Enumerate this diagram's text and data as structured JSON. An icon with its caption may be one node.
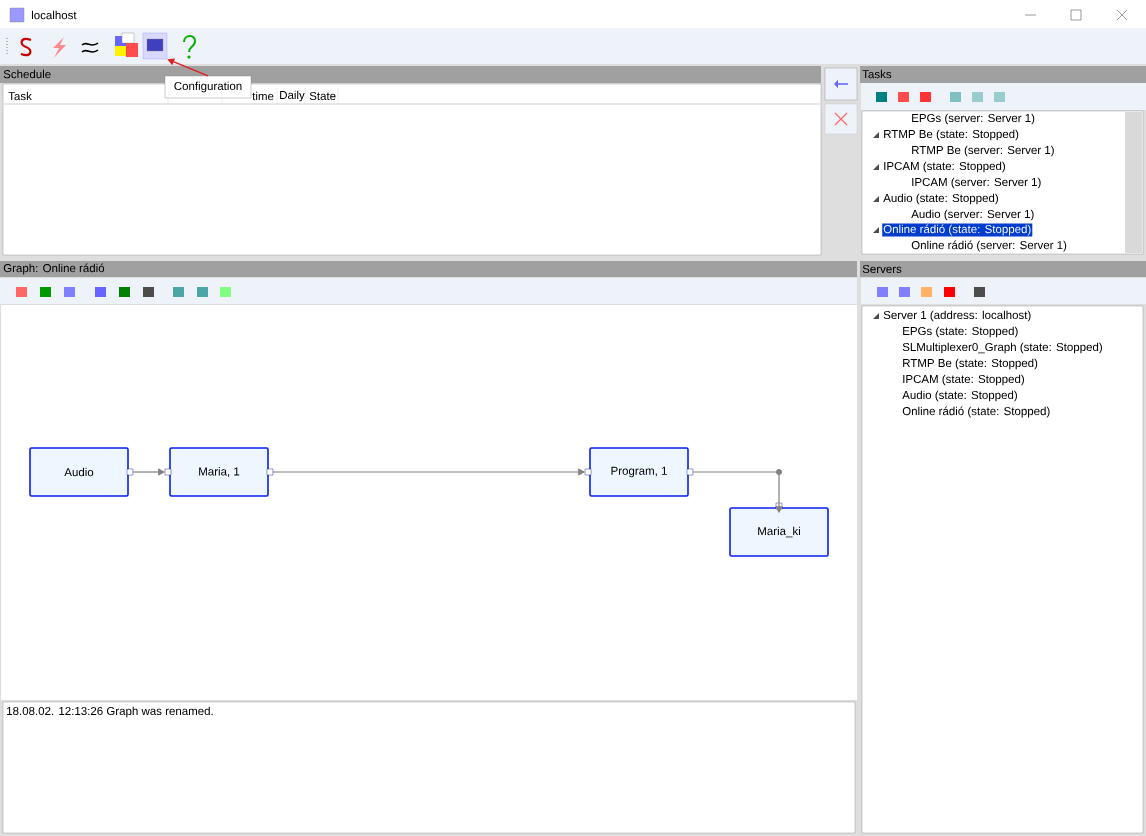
{
  "diagram": {
    "nodes": [
      {
        "text": [
          "Configuration"
        ]
      },
      {
        "text": [],
        "shape": "picture"
      },
      {
        "text": [
          "Audio"
        ]
      },
      {
        "text": [
          "Maria, 1"
        ]
      },
      {
        "text": [
          "Program, 1"
        ]
      },
      {
        "text": [
          "Maria_ki"
        ]
      }
    ],
    "edges": [
      {
        "from": 0,
        "to": 1,
        "arrow": "to",
        "color": "#e02020"
      },
      {
        "from": 2,
        "to": 3,
        "arrow": "to"
      },
      {
        "from": 3,
        "to": 4,
        "arrow": "to"
      },
      {
        "from": 4,
        "to": 5,
        "arrow": "to"
      }
    ],
    "labels": [
      "localhost",
      "Schedule",
      "Task",
      "time",
      "Daily",
      "State",
      "Tasks",
      "EPGs (server: Server 1)",
      "RTMP Be (state: Stopped)",
      "RTMP Be (server: Server 1)",
      "IPCAM (state: Stopped)",
      "IPCAM (server: Server 1)",
      "Audio (state: Stopped)",
      "Audio (server: Server 1)",
      "Online rádió (state: Stopped)",
      "Online rádió (server: Server 1)",
      "Graph: Online rádió",
      "Servers",
      "Server 1 (address: localhost)",
      "EPGs (state: Stopped)",
      "SLMultiplexer0_Graph (state: Stopped)",
      "RTMP Be (state: Stopped)",
      "IPCAM (state: Stopped)",
      "Audio (state: Stopped)",
      "Online rádió (state: Stopped)",
      "18.08.02. 12:13:26 Graph was renamed."
    ]
  }
}
